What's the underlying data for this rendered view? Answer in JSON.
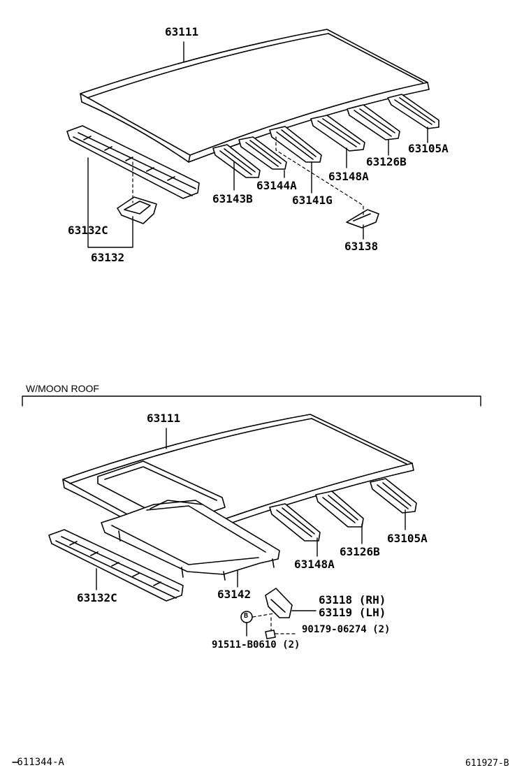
{
  "top_diagram": {
    "labels": {
      "roof_panel": "63111",
      "rear_bow_a": "63105A",
      "bow_b": "63126B",
      "bow_148a": "63148A",
      "bow_144a": "63144A",
      "bow_141g": "63141G",
      "bow_143b": "63143B",
      "front_header_c": "63132C",
      "front_header": "63132",
      "bracket": "63138"
    }
  },
  "moon_roof_diagram": {
    "section_title": "W/MOON ROOF",
    "labels": {
      "roof_panel": "63111",
      "rear_bow_a": "63105A",
      "bow_b": "63126B",
      "bow_148a": "63148A",
      "reinforcement": "63142",
      "front_header_c": "63132C",
      "bracket_rh": "63118 (RH)",
      "bracket_lh": "63119 (LH)",
      "nut": "90179-06274 (2)",
      "bolt": "91511-B0610 (2)",
      "bolt_mark": "B"
    }
  },
  "footer": {
    "left_ref": "-611344-A",
    "right_ref": "611927-B"
  }
}
